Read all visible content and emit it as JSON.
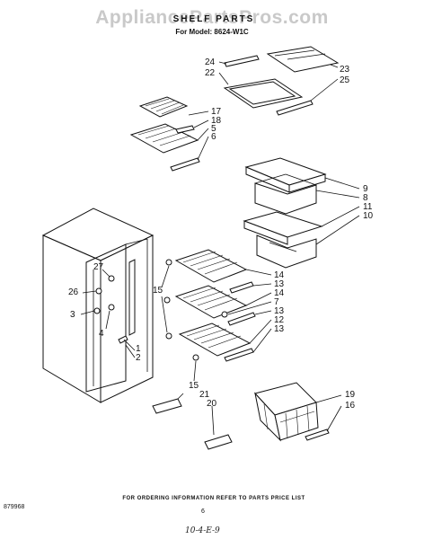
{
  "watermark": "AppliancePartsPros.com",
  "title": "SHELF PARTS",
  "subtitle": "For Model: 8624-W1C",
  "footer_note": "FOR ORDERING INFORMATION REFER TO PARTS PRICE LIST",
  "page_number": "6",
  "doc_code": "879968",
  "handwritten": "10-4-E-9",
  "callouts": [
    "24",
    "22",
    "23",
    "25",
    "17",
    "18",
    "5",
    "6",
    "9",
    "8",
    "11",
    "10",
    "27",
    "26",
    "3",
    "4",
    "1",
    "2",
    "15",
    "14",
    "13",
    "14",
    "7",
    "13",
    "12",
    "13",
    "15",
    "21",
    "20",
    "19",
    "16"
  ]
}
